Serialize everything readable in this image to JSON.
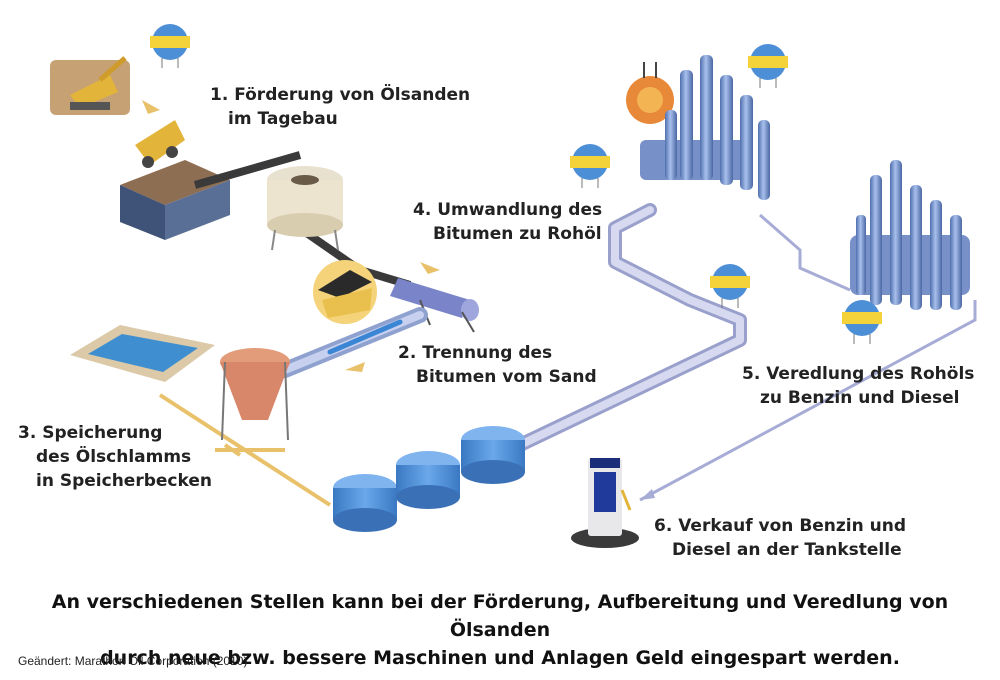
{
  "steps": [
    {
      "id": 1,
      "line1": "1. Förderung von Ölsanden",
      "line2": "im Tagebau"
    },
    {
      "id": 2,
      "line1": "2. Trennung des",
      "line2": "Bitumen vom Sand"
    },
    {
      "id": 3,
      "line1": "3. Speicherung",
      "line2": "des Ölschlamms",
      "line3": "in Speicherbecken"
    },
    {
      "id": 4,
      "line1": "4. Umwandlung des",
      "line2": "Bitumen zu Rohöl"
    },
    {
      "id": 5,
      "line1": "5. Veredlung des Rohöls",
      "line2": "zu Benzin und Diesel"
    },
    {
      "id": 6,
      "line1": "6. Verkauf von Benzin und",
      "line2": "Diesel an der Tankstelle"
    }
  ],
  "caption": {
    "line1": "An verschiedenen Stellen kann bei der Förderung, Aufbereitung und Veredlung von Ölsanden",
    "line2": "durch neue bzw. bessere Maschinen und Anlagen Geld eingespart werden."
  },
  "source": "Geändert: Marathon Oil Corporation (2010)",
  "colors": {
    "pipe": "#b8bde0",
    "sand_flow": "#e8c16a",
    "tank": "#4d8fd6",
    "refinery": "#6b8fc9",
    "hopper": "#d98b6a",
    "pond": "#3f8fd0",
    "sign": "#f3d23a"
  },
  "icons": [
    "excavator-icon",
    "dump-truck-icon",
    "crusher-icon",
    "silo-icon",
    "conveyor-icon",
    "separator-drum-icon",
    "hopper-icon",
    "tailings-pond-icon",
    "storage-tank-icon",
    "upgrader-icon",
    "refinery-icon",
    "gas-pump-icon",
    "sign-icon"
  ]
}
